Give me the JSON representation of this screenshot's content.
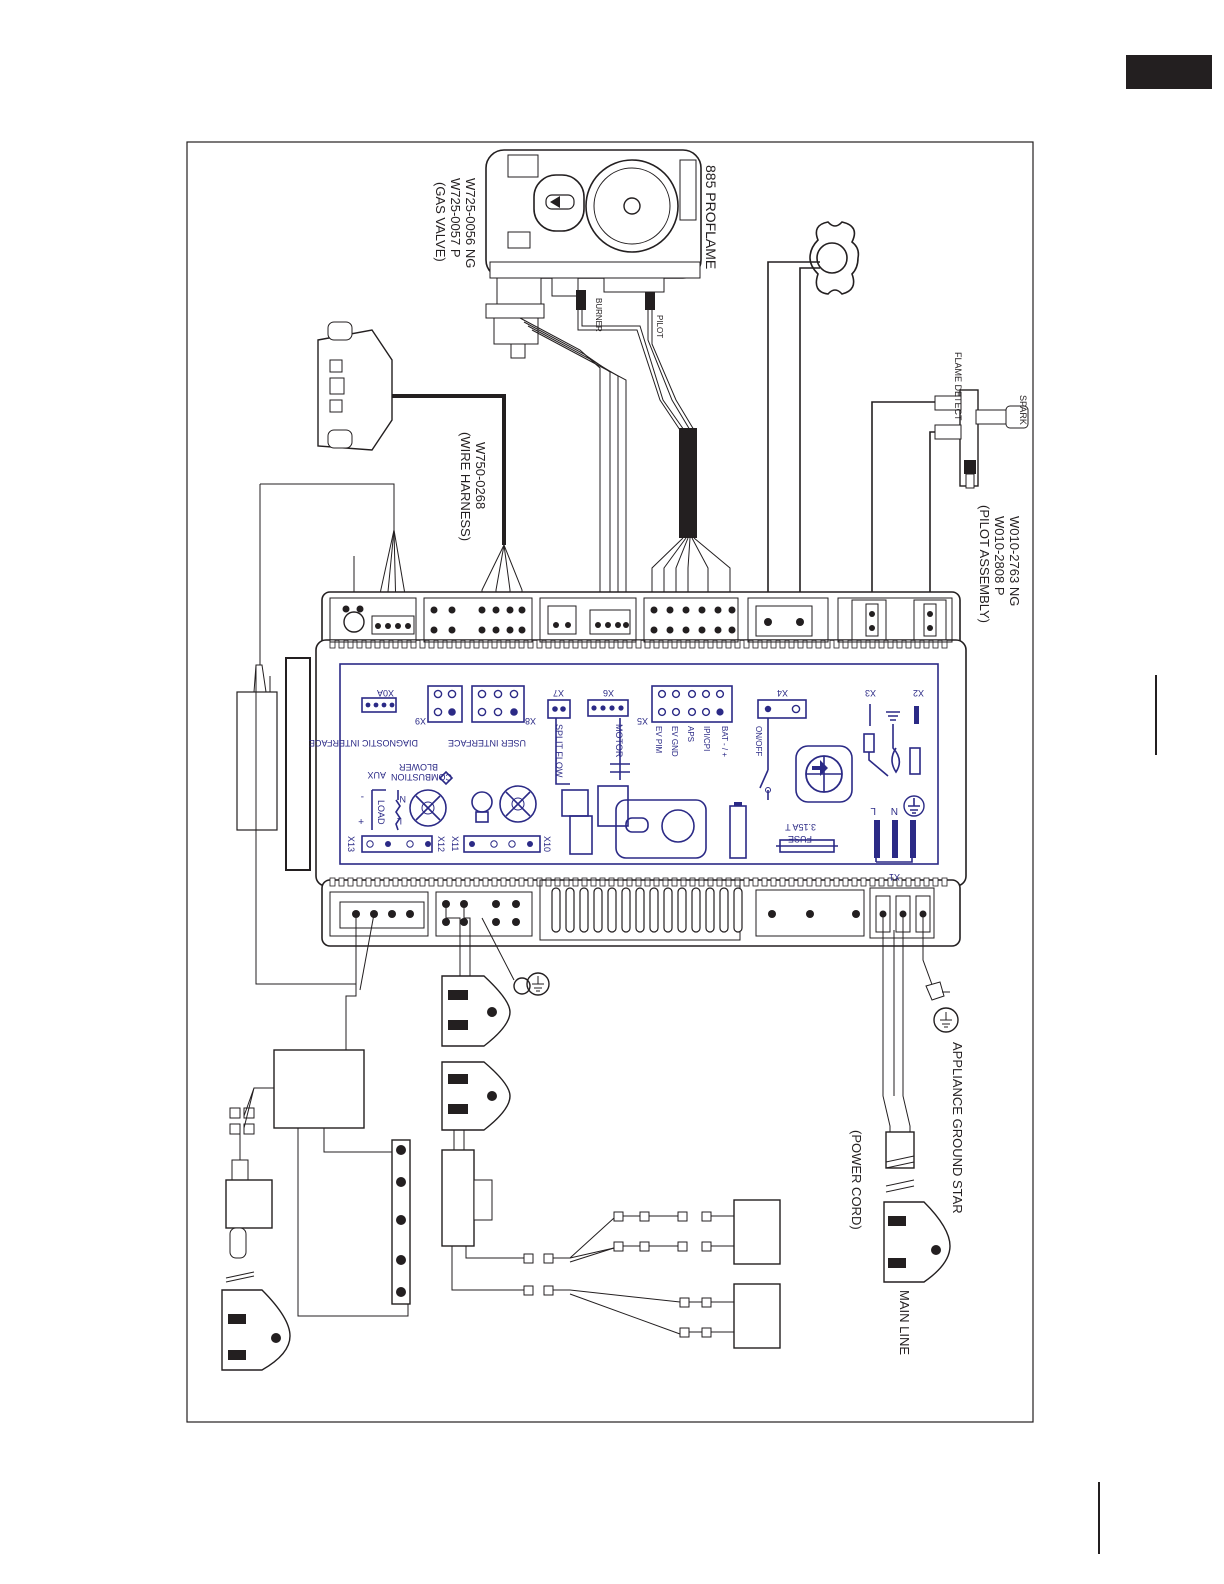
{
  "labels": {
    "proflame": "885 PROFLAME",
    "gas_valve_ng": "W725-0056 NG",
    "gas_valve_p": "W725-0057 P",
    "gas_valve": "(GAS VALVE)",
    "burner": "BURNER",
    "pilot": "PILOT",
    "harness_part": "W750-0268",
    "harness": "(WIRE HARNESS)",
    "flame_detect": "FLAME DETECT",
    "spark": "SPARK",
    "pilot_ng": "W010-2763 NG",
    "pilot_p": "W010-2808 P",
    "pilot_assembly": "(PILOT ASSEMBLY)",
    "appliance_ground": "APPLIANCE GROUND STAR",
    "power_cord": "(POWER CORD)",
    "main_line": "MAIN LINE"
  },
  "board": {
    "x0a": "X0A",
    "x9": "X9",
    "x8": "X8",
    "x7": "X7",
    "x6": "X6",
    "x5": "X5",
    "x4": "X4",
    "x3": "X3",
    "x2": "X2",
    "x1": "X1",
    "x10": "X10",
    "x11": "X11",
    "x12": "X12",
    "x13": "X13",
    "diagnostic": "DIAGNOSTIC INTERFACE",
    "user": "USER INTERFACE",
    "split_flow": "SPLIT FLOW",
    "motor": "MOTOR",
    "ev_pim": "EV PIM",
    "ev_gnd": "EV GND",
    "aps": "APS",
    "ipi_cpi": "IPI/CPI",
    "bat": "BAT - / +",
    "on_off": "ON/OFF",
    "fuse": "FUSE",
    "fuse_rating": "3.15A T",
    "combustion": "COMBUSTION",
    "blower": "BLOWER",
    "aux": "AUX",
    "load": "LOAD",
    "l": "L",
    "n": "N",
    "plus": "+",
    "minus": "-"
  },
  "colors": {
    "ink": "#231f20",
    "board_blue": "#2b2a86"
  }
}
